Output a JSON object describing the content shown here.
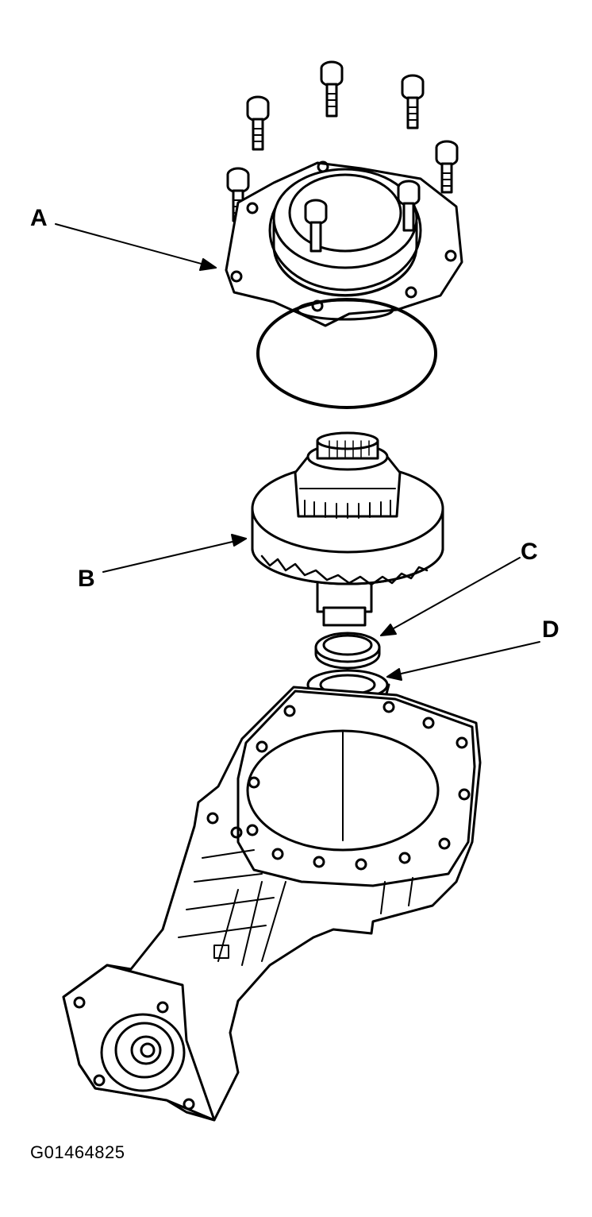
{
  "callouts": {
    "a": "A",
    "b": "B",
    "c": "C",
    "d": "D"
  },
  "figure_id": "G01464825",
  "colors": {
    "line": "#000000",
    "background": "#ffffff"
  }
}
